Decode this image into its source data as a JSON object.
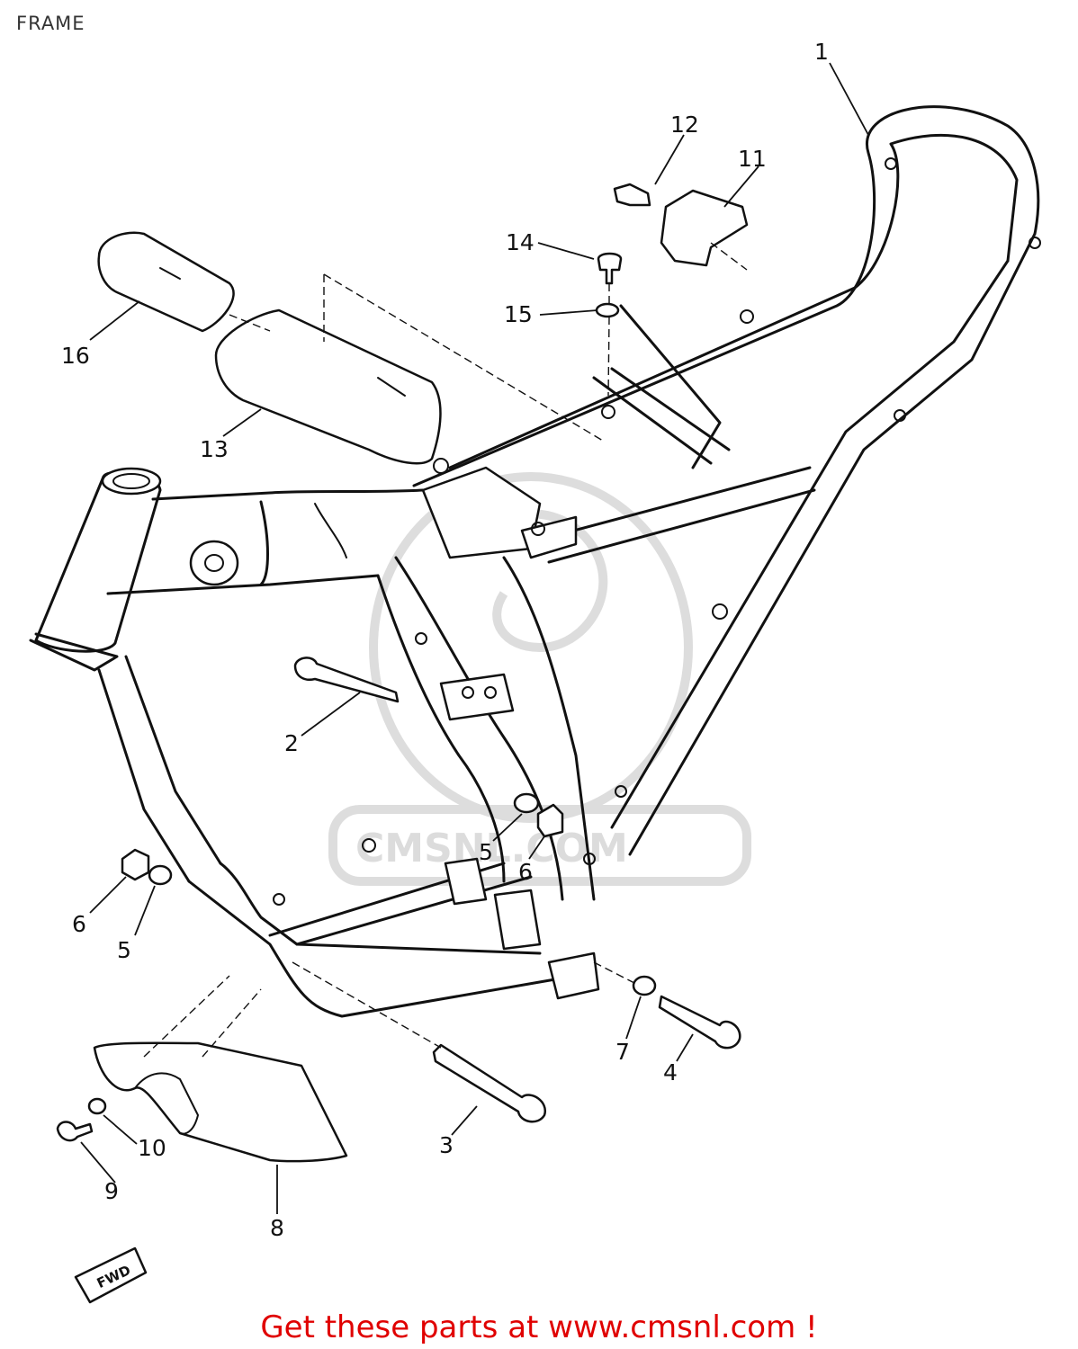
{
  "page": {
    "title": "FRAME"
  },
  "diagram": {
    "watermark_text": "CMSNL.COM",
    "direction_badge": "FWD",
    "callouts": [
      {
        "id": "1",
        "label": "1"
      },
      {
        "id": "2",
        "label": "2"
      },
      {
        "id": "3",
        "label": "3"
      },
      {
        "id": "4",
        "label": "4"
      },
      {
        "id": "5a",
        "label": "5"
      },
      {
        "id": "5b",
        "label": "5"
      },
      {
        "id": "6a",
        "label": "6"
      },
      {
        "id": "6b",
        "label": "6"
      },
      {
        "id": "7",
        "label": "7"
      },
      {
        "id": "8",
        "label": "8"
      },
      {
        "id": "9",
        "label": "9"
      },
      {
        "id": "10",
        "label": "10"
      },
      {
        "id": "11",
        "label": "11"
      },
      {
        "id": "12",
        "label": "12"
      },
      {
        "id": "13",
        "label": "13"
      },
      {
        "id": "14",
        "label": "14"
      },
      {
        "id": "15",
        "label": "15"
      },
      {
        "id": "16",
        "label": "16"
      }
    ]
  },
  "footer": {
    "text": "Get these parts at www.cmsnl.com !"
  },
  "colors": {
    "footer_text": "#e00000",
    "line_art": "#111111",
    "watermark": "#dddddd"
  }
}
